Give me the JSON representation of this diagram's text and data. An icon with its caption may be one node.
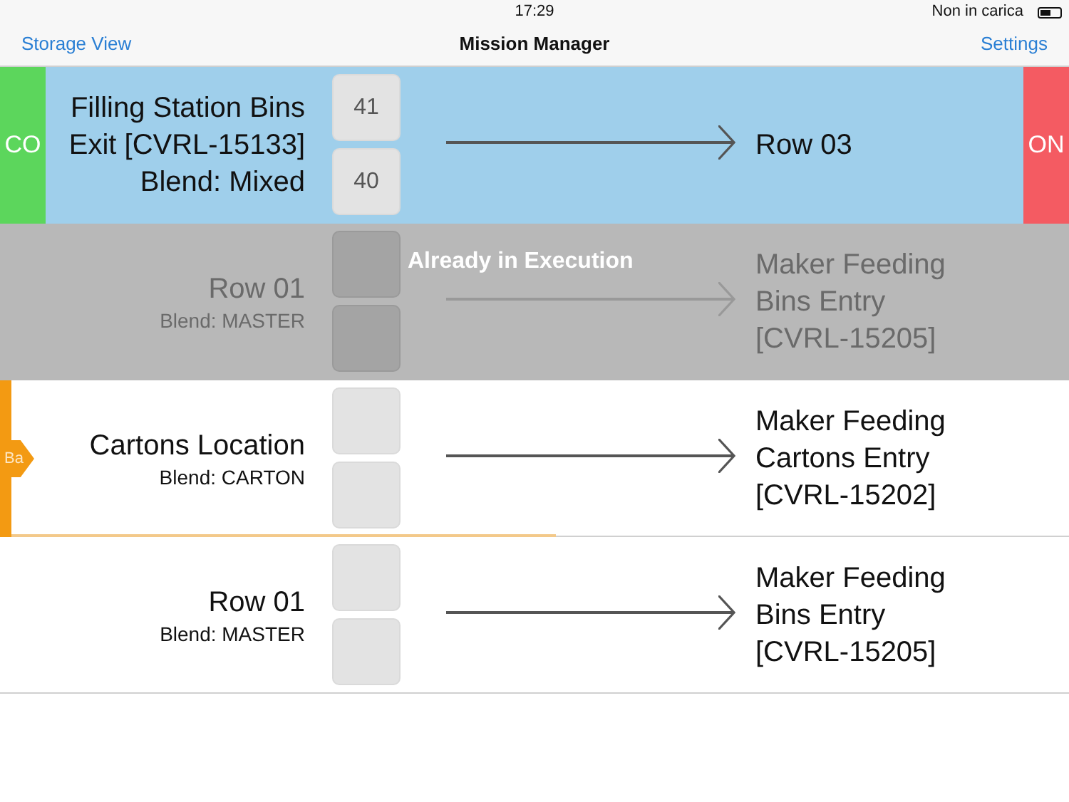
{
  "diagram": {
    "title": "Mission Manager",
    "nodes": [
      {
        "text": [
          "CO"
        ]
      },
      {
        "text": [
          "Filling Station Bins Exit [CVRL-15133]",
          "Blend: Mixed"
        ]
      },
      {
        "text": [
          "41"
        ],
        "in": 1
      },
      {
        "text": [
          "40"
        ],
        "in": 1
      },
      {
        "text": [
          "Row 03"
        ]
      },
      {
        "text": [
          "ON"
        ]
      },
      {
        "text": [
          "Row 01",
          "Blend: MASTER"
        ]
      },
      {
        "text": [],
        "shape": "box",
        "in": 6
      },
      {
        "text": [],
        "shape": "box",
        "in": 6
      },
      {
        "text": [
          "Maker Feeding Bins Entry [CVRL-15205]"
        ]
      },
      {
        "text": [
          "Ba"
        ]
      },
      {
        "text": [
          "Cartons Location",
          "Blend: CARTON"
        ]
      },
      {
        "text": [],
        "shape": "box",
        "in": 11
      },
      {
        "text": [],
        "shape": "box",
        "in": 11
      },
      {
        "text": [
          "Maker Feeding Cartons Entry [CVRL-15202]"
        ]
      },
      {
        "text": [
          "Row 01",
          "Blend: MASTER"
        ]
      },
      {
        "text": [],
        "shape": "box",
        "in": 15
      },
      {
        "text": [],
        "shape": "box",
        "in": 15
      },
      {
        "text": [
          "Maker Feeding Bins Entry [CVRL-15205]"
        ]
      }
    ],
    "edges": [
      {
        "from": 1,
        "to": 4,
        "arrow": "to"
      },
      {
        "from": 6,
        "to": 9,
        "arrow": "to",
        "color": "#999999"
      },
      {
        "from": 11,
        "to": 14,
        "arrow": "to"
      },
      {
        "from": 15,
        "to": 18,
        "arrow": "to"
      }
    ],
    "labels": [
      "17:29",
      "Non in carica",
      "Storage View",
      "Settings",
      "Already in Execution"
    ]
  }
}
